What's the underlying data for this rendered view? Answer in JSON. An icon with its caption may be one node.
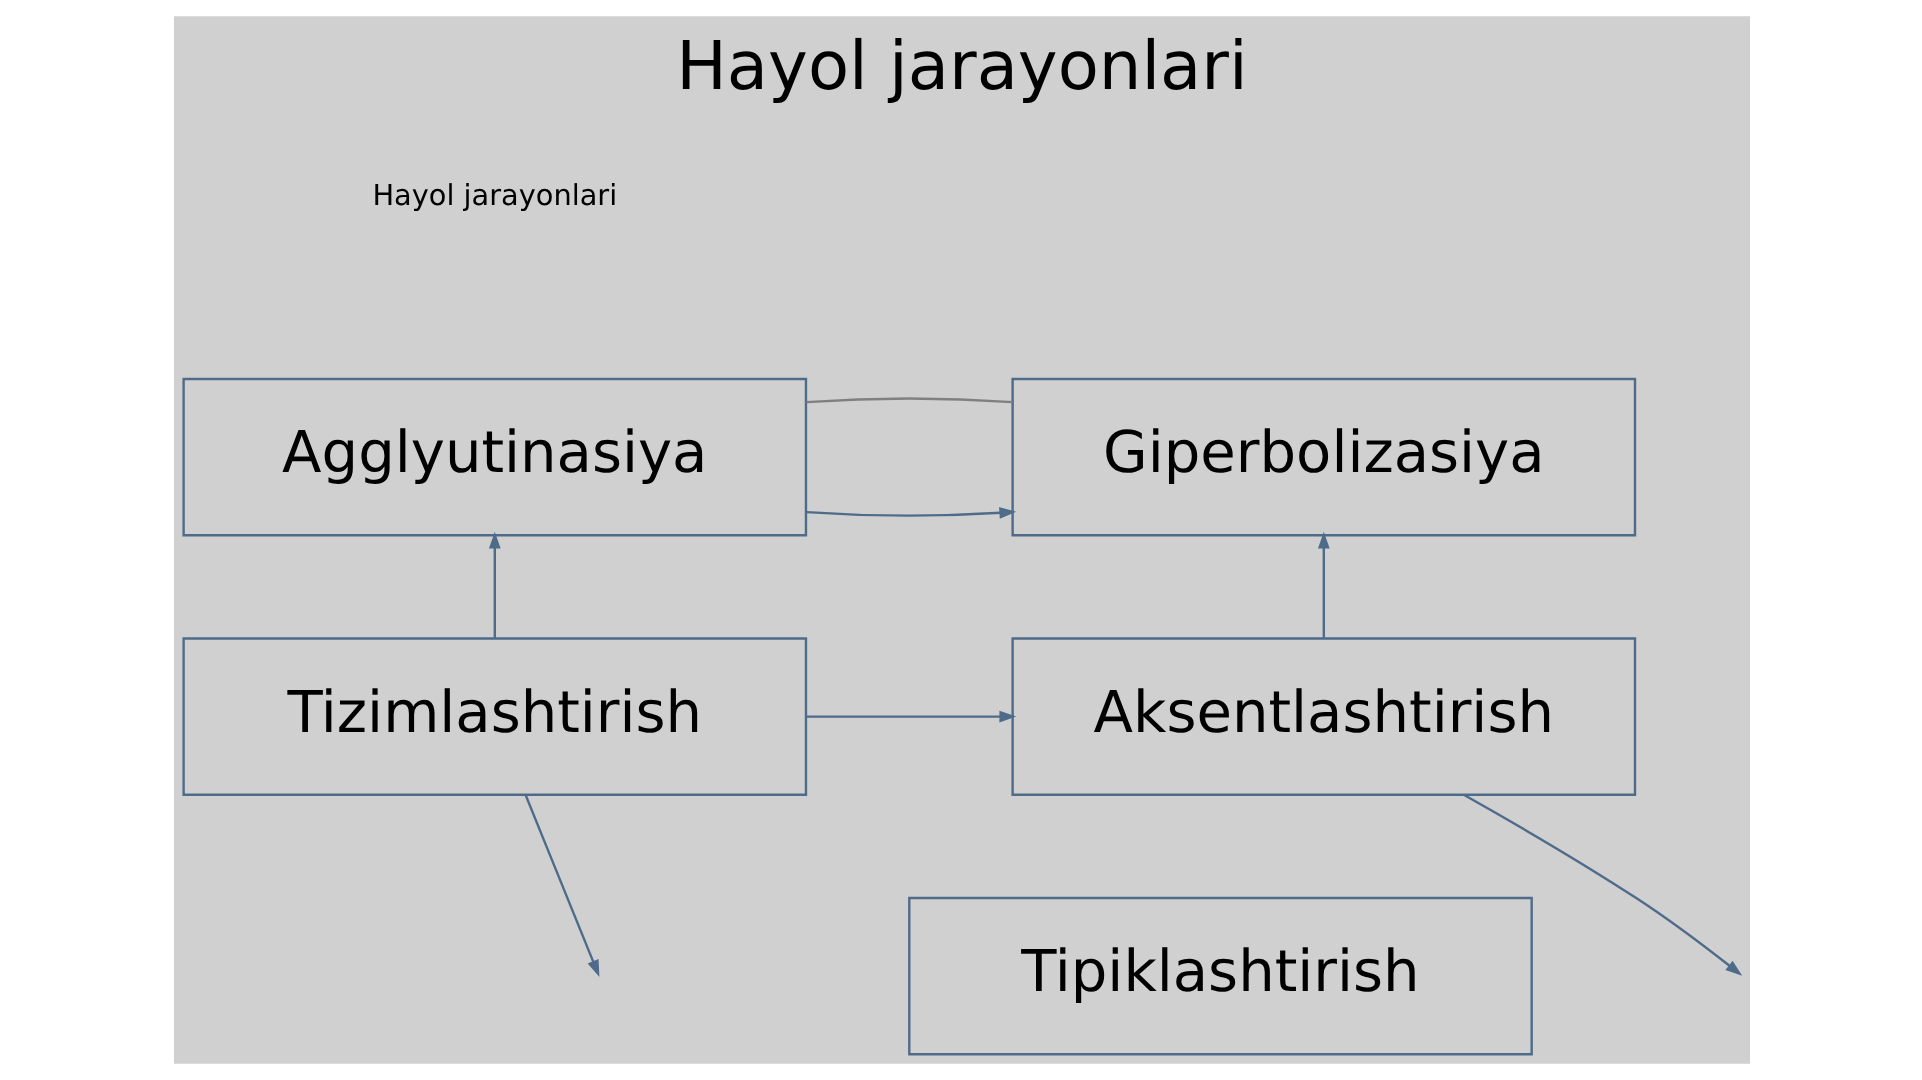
{
  "diagram": {
    "title": "Hayol jarayonlari",
    "nodes": [
      {
        "text": [
          "Agglyutinasiya"
        ]
      },
      {
        "text": [
          "Giperbolizasiya"
        ]
      },
      {
        "text": [
          "Tizimlashtirish"
        ]
      },
      {
        "text": [
          "Aksentlashtirish"
        ]
      },
      {
        "text": [
          "Tipiklashtirish"
        ]
      }
    ],
    "edges": [
      {
        "from": 0,
        "to": 1,
        "arrow": "none",
        "color": "#808080"
      },
      {
        "from": 0,
        "to": 1,
        "arrow": "to"
      },
      {
        "from": 2,
        "to": 0,
        "arrow": "to"
      },
      {
        "from": 2,
        "to": 3,
        "arrow": "to"
      },
      {
        "from": 3,
        "to": 1,
        "arrow": "to"
      },
      {
        "from": 2,
        "to": null,
        "arrow": "to"
      },
      {
        "from": 3,
        "to": null,
        "arrow": "to"
      }
    ],
    "labels": [
      "Hayol jarayonlari"
    ]
  }
}
